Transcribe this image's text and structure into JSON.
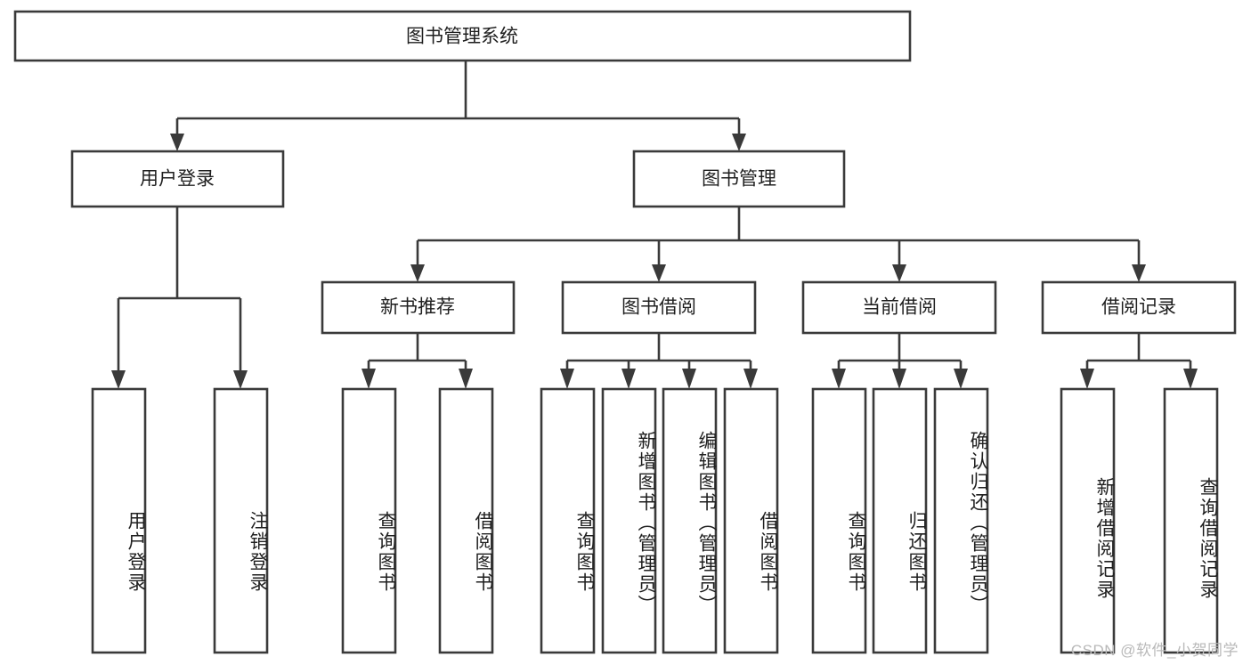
{
  "diagram": {
    "type": "tree-hierarchy-chart",
    "title": "图书管理系统",
    "orientation": "top-down",
    "colors": {
      "box_fill": "#ffffff",
      "box_stroke": "#3a3a3a",
      "text": "#1f1f1f",
      "background": "#ffffff",
      "watermark": "#b9b9b9"
    },
    "levels": {
      "root": {
        "label": "图书管理系统"
      },
      "level2": [
        {
          "id": "user-login",
          "label": "用户登录"
        },
        {
          "id": "book-management",
          "label": "图书管理"
        }
      ],
      "level3": [
        {
          "id": "new-book-recommend",
          "label": "新书推荐",
          "parent": "book-management"
        },
        {
          "id": "book-borrow",
          "label": "图书借阅",
          "parent": "book-management"
        },
        {
          "id": "current-borrow",
          "label": "当前借阅",
          "parent": "book-management"
        },
        {
          "id": "borrow-record",
          "label": "借阅记录",
          "parent": "book-management"
        }
      ],
      "leaves": [
        {
          "id": "leaf-user-login",
          "label": "用户登录",
          "parent": "user-login"
        },
        {
          "id": "leaf-logout",
          "label": "注销登录",
          "parent": "user-login"
        },
        {
          "id": "leaf-query-book-1",
          "label": "查询图书",
          "parent": "new-book-recommend"
        },
        {
          "id": "leaf-borrow-book-1",
          "label": "借阅图书",
          "parent": "new-book-recommend"
        },
        {
          "id": "leaf-query-book-2",
          "label": "查询图书",
          "parent": "book-borrow"
        },
        {
          "id": "leaf-add-book",
          "label": "新增图书（管理员）",
          "parent": "book-borrow"
        },
        {
          "id": "leaf-edit-book",
          "label": "编辑图书（管理员）",
          "parent": "book-borrow"
        },
        {
          "id": "leaf-borrow-book-2",
          "label": "借阅图书",
          "parent": "book-borrow"
        },
        {
          "id": "leaf-query-book-3",
          "label": "查询图书",
          "parent": "current-borrow"
        },
        {
          "id": "leaf-return-book",
          "label": "归还图书",
          "parent": "current-borrow"
        },
        {
          "id": "leaf-confirm-return",
          "label": "确认归还（管理员）",
          "parent": "current-borrow"
        },
        {
          "id": "leaf-add-record",
          "label": "新增借阅记录",
          "parent": "borrow-record"
        },
        {
          "id": "leaf-query-record",
          "label": "查询借阅记录",
          "parent": "borrow-record"
        }
      ]
    }
  },
  "watermark": {
    "text": "CSDN @软件_小贺同学"
  }
}
